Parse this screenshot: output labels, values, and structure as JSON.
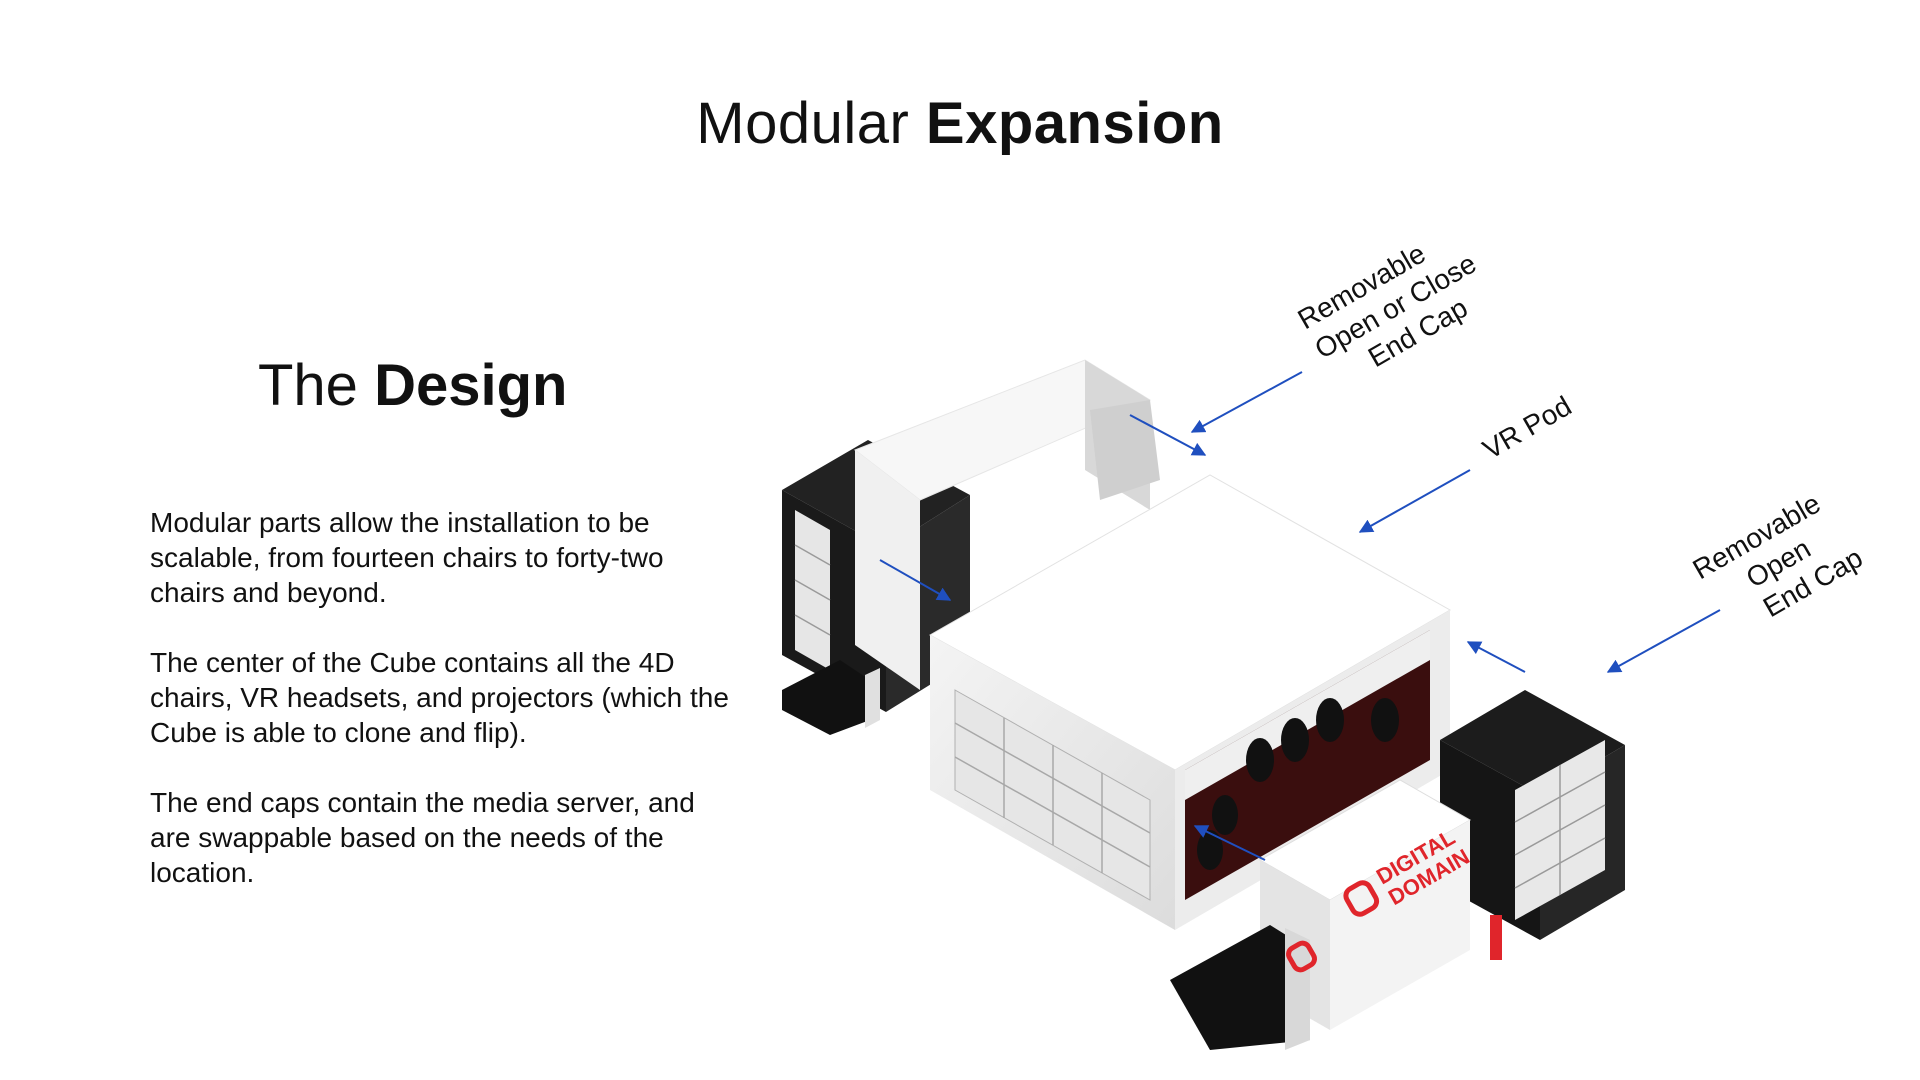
{
  "title": {
    "normal": "Modular ",
    "bold": "Expansion"
  },
  "subtitle": {
    "normal": "The ",
    "bold": "Design"
  },
  "paragraphs": [
    "Modular parts allow the installation to be scalable, from fourteen chairs to forty-two chairs and beyond.",
    "The center of the Cube contains all the 4D chairs, VR headsets, and projectors (which the Cube is able to clone and flip).",
    "The end caps contain the media server, and are swappable based on the needs of the location."
  ],
  "callouts": {
    "top_end_cap": [
      "Removable",
      "Open or Close",
      "End Cap"
    ],
    "vr_pod": "VR Pod",
    "right_end_cap": [
      "Removable",
      "Open",
      "End Cap"
    ]
  },
  "brand": {
    "line1": "DIGITAL",
    "line2": "DOMAIN"
  },
  "colors": {
    "arrow": "#1f4fbf",
    "brand_red": "#e0252b",
    "panel_black": "#1a1a1a",
    "carpet": "#5a1414"
  },
  "icons": [
    "digital-domain-logo-icon"
  ]
}
